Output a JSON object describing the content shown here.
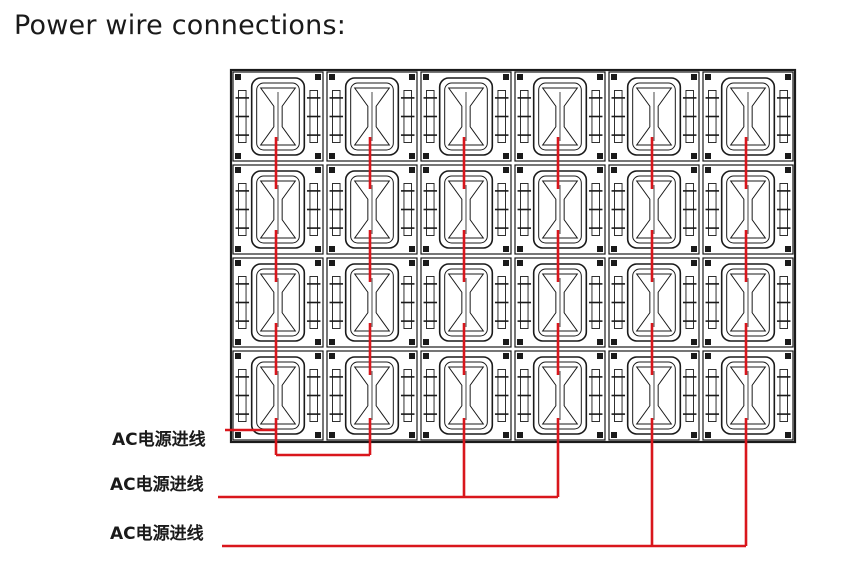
{
  "title": "Power wire connections:",
  "wall": {
    "columns": 6,
    "rows": 4
  },
  "feeds": [
    {
      "label": "AC电源进线",
      "columns_fed": [
        1,
        2
      ]
    },
    {
      "label": "AC电源进线",
      "columns_fed": [
        3,
        4
      ]
    },
    {
      "label": "AC电源进线",
      "columns_fed": [
        5,
        6
      ]
    }
  ],
  "colors": {
    "outline": "#1a1a1a",
    "power_wire": "#d9161c",
    "background": "#ffffff"
  }
}
